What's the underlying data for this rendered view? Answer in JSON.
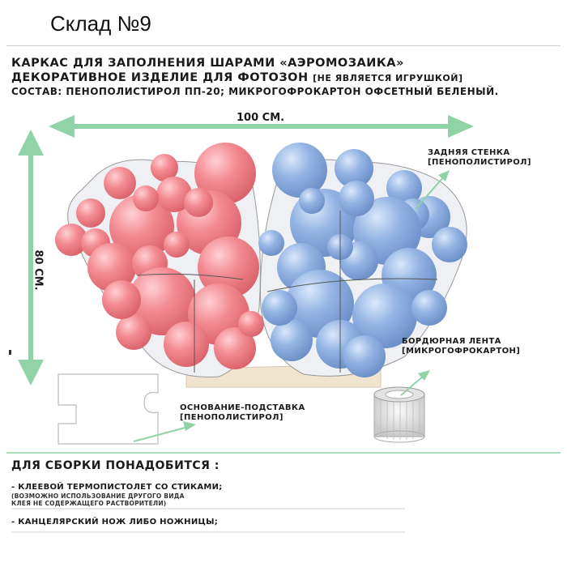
{
  "store": {
    "title": "Склад №9"
  },
  "header": {
    "line1": "КАРКАС ДЛЯ ЗАПОЛНЕНИЯ ШАРАМИ «АЭРОМОЗАИКА»",
    "line2_main": "ДЕКОРАТИВНОЕ ИЗДЕЛИЕ ДЛЯ ФОТОЗОН",
    "line2_note": "[НЕ ЯВЛЯЕТСЯ ИГРУШКОЙ]",
    "line3": "СОСТАВ: ПЕНОПОЛИСТИРОЛ ПП-20; МИКРОГОФРОКАРТОН ОФСЕТНЫЙ БЕЛЕНЫЙ."
  },
  "dimensions": {
    "width": "100 СМ.",
    "height": "80 СМ."
  },
  "labels": {
    "back_wall": "ЗАДНЯЯ СТЕНКА",
    "back_wall_material": "[ПЕНОПОЛИСТИРОЛ]",
    "border_tape": "БОРДЮРНАЯ ЛЕНТА",
    "border_tape_material": "[МИКРОГОФРОКАРТОН]",
    "base_stand": "ОСНОВАНИЕ-ПОДСТАВКА",
    "base_stand_material": "[ПЕНОПОЛИСТИРОЛ]"
  },
  "assembly": {
    "title": "ДЛЯ СБОРКИ ПОНАДОБИТСЯ :",
    "item1": "- КЛЕЕВОЙ ТЕРМОПИСТОЛЕТ СО СТИКАМИ;",
    "item1_note_a": "(ВОЗМОЖНО ИСПОЛЬЗОВАНИЕ ДРУГОГО ВИДА",
    "item1_note_b": "КЛЕЯ НЕ СОДЕРЖАЩЕГО РАСТВОРИТЕЛИ)",
    "item2": "- КАНЦЕЛЯРСКИЙ НОЖ ЛИБО НОЖНИЦЫ;"
  },
  "colors": {
    "arrow": "#8fd3a6",
    "pink": "#ee7e86",
    "blue": "#86a9dc",
    "base": "#f1e4cf"
  }
}
